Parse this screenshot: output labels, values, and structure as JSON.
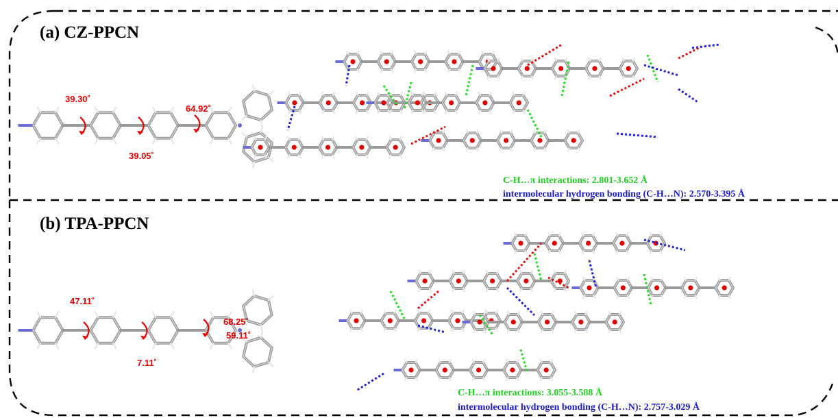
{
  "panels": [
    {
      "label": "(a) CZ-PPCN",
      "angles": [
        "39.30˚",
        "64.92˚",
        "39.05˚"
      ],
      "ch_pi": "C-H…π interactions: 2.801-3.652 Å",
      "hbond": "intermolecular hydrogen bonding (C-H…N): 2.570-3.395 Å"
    },
    {
      "label": "(b) TPA-PPCN",
      "angles": [
        "47.11˚",
        "68.25˚",
        "59.11˚",
        "7.11˚"
      ],
      "ch_pi": "C-H…π interactions: 3.055-3.588 Å",
      "hbond": "intermolecular hydrogen bonding (C-H…N): 2.757-3.029 Å"
    }
  ],
  "colors": {
    "bond": "#9a9a9a",
    "nitrogen": "#6a6ad8",
    "hydrogen": "#e8e8e8",
    "centroid": "#e00000",
    "ch_pi_contact": "#22dd22",
    "hbond_contact": "#1f1fd8",
    "pi_pi_contact": "#e01010",
    "angle_label": "#e60000",
    "border": "#000000"
  }
}
